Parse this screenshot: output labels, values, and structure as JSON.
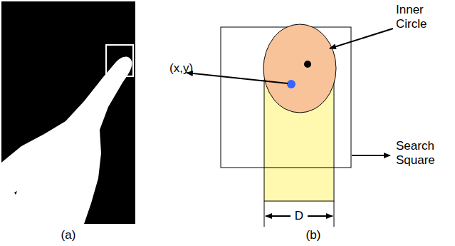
{
  "diagram": {
    "labels": [
      "Inner Circle",
      "(x,y)",
      "Search Square",
      "D",
      "(a)",
      "(b)"
    ]
  }
}
